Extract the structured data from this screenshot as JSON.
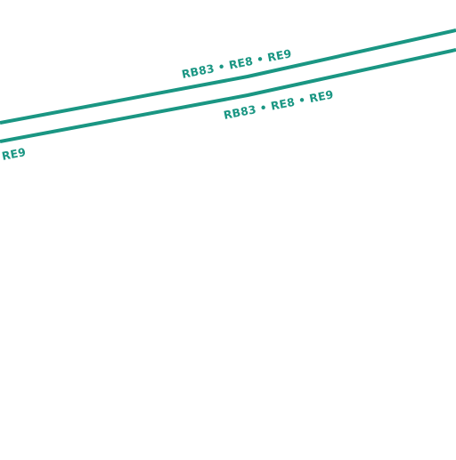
{
  "map": {
    "background_color": "#ffffff",
    "route_color": "#1a9683",
    "tracks": [
      {
        "label": "RB83 • RE8 • RE9"
      },
      {
        "label": "RB83 • RE8 • RE9"
      }
    ],
    "edge_label": "RE9"
  }
}
